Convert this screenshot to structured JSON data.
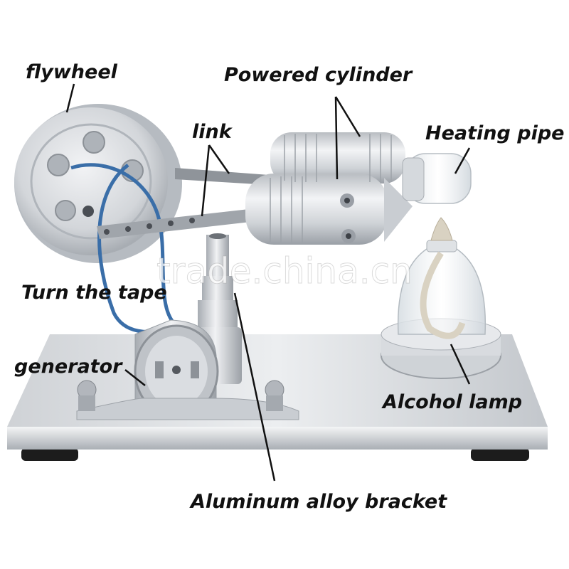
{
  "labels": {
    "flywheel": "flywheel",
    "powered_cylinder": "Powered cylinder",
    "link": "link",
    "heating_pipe": "Heating pipe",
    "turn_the_tape": "Turn the tape",
    "generator": "generator",
    "alcohol_lamp": "Alcohol lamp",
    "aluminum_bracket": "Aluminum alloy bracket"
  },
  "watermark": "trade.china.cn",
  "colors": {
    "metal_light": "#e4e6e9",
    "metal_mid": "#c4c8cd",
    "metal_dark": "#8b9097",
    "belt": "#3a6ea8",
    "glass": "#eef3f6",
    "wick": "#d9d2c2",
    "feet": "#1c1c1c"
  }
}
